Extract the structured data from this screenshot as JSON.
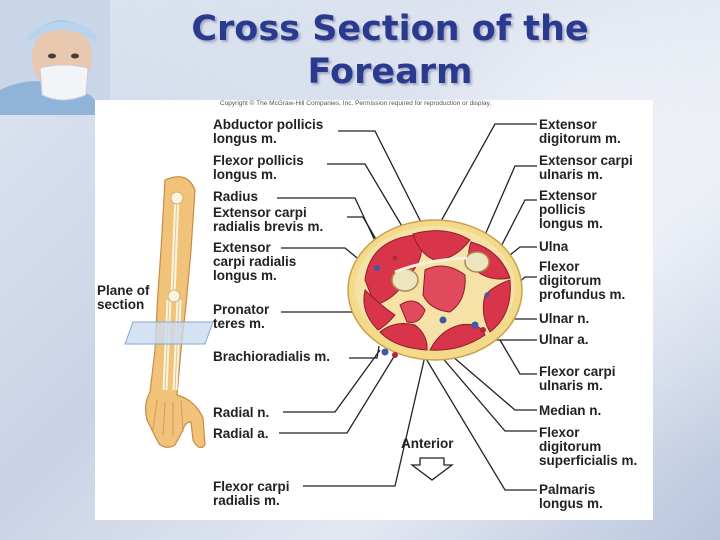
{
  "slide": {
    "title_line1": "Cross Section of the",
    "title_line2": "Forearm"
  },
  "figure": {
    "copyright": "Copyright © The McGraw-Hill Companies, Inc. Permission required for reproduction or display.",
    "plane_label": [
      "Plane of",
      "section"
    ],
    "anterior_label": "Anterior",
    "left_labels": [
      [
        "Abductor pollicis",
        "longus m."
      ],
      [
        "Flexor pollicis",
        "longus m."
      ],
      [
        "Radius"
      ],
      [
        "Extensor carpi",
        "radialis brevis m."
      ],
      [
        "Extensor",
        "carpi radialis",
        "longus m."
      ],
      [
        "Pronator",
        "teres m."
      ],
      [
        "Brachioradialis m."
      ],
      [
        "Radial n."
      ],
      [
        "Radial a."
      ],
      [
        "Flexor carpi",
        "radialis m."
      ]
    ],
    "right_labels": [
      [
        "Extensor",
        "digitorum m."
      ],
      [
        "Extensor carpi",
        "ulnaris m."
      ],
      [
        "Extensor",
        "pollicis",
        "longus m."
      ],
      [
        "Ulna"
      ],
      [
        "Flexor",
        "digitorum",
        "profundus m."
      ],
      [
        "Ulnar n."
      ],
      [
        "Ulnar a."
      ],
      [
        "Flexor carpi",
        "ulnaris m."
      ],
      [
        "Median n."
      ],
      [
        "Flexor",
        "digitorum",
        "superficialis m."
      ],
      [
        "Palmaris",
        "longus m."
      ]
    ]
  },
  "colors": {
    "title": "#2a3a8f",
    "muscle": "#d8344a",
    "fat": "#f3d98a",
    "bone": "#efe4c0"
  }
}
